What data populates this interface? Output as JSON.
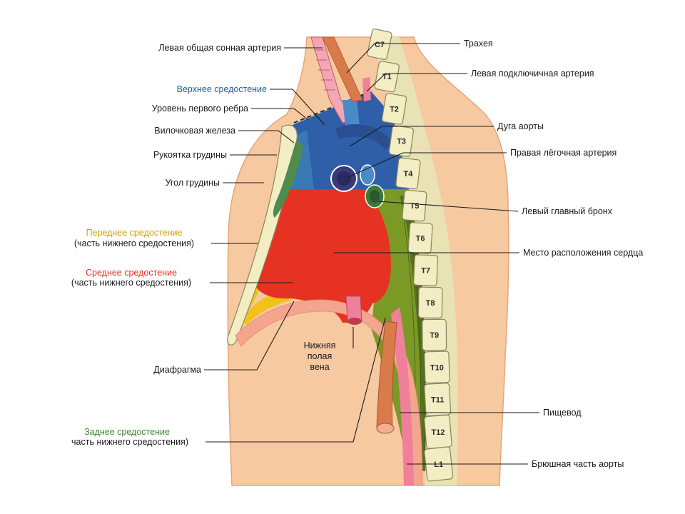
{
  "labels": {
    "left_carotid": "Левая общая сонная артерия",
    "superior_mediastinum": "Верхнее средостение",
    "first_rib_level": "Уровень первого ребра",
    "thymus": "Вилочковая железа",
    "manubrium": "Рукоятка грудины",
    "sternal_angle": "Угол грудины",
    "anterior_mediastinum": "Переднее средостение",
    "anterior_mediastinum_sub": "(часть нижнего средостения)",
    "middle_mediastinum": "Среднее средостение",
    "middle_mediastinum_sub": "(часть нижнего средостения)",
    "diaphragm": "Диафрагма",
    "posterior_mediastinum": "Заднее средостение",
    "posterior_mediastinum_sub": "часть нижнего средостения)",
    "ivc_line1": "Нижняя",
    "ivc_line2": "полая",
    "ivc_line3": "вена",
    "trachea": "Трахея",
    "left_subclavian": "Левая подключичная артерия",
    "aortic_arch": "Дуга аорты",
    "right_pulmonary": "Правая лёгочная артерия",
    "left_main_bronchus": "Левый главный бронх",
    "heart_location": "Место расположения сердца",
    "esophagus": "Пищевод",
    "abdominal_aorta": "Брюшная часть аорты"
  },
  "vertebrae": [
    "C7",
    "T1",
    "T2",
    "T3",
    "T4",
    "T5",
    "T6",
    "T7",
    "T8",
    "T9",
    "T10",
    "T11",
    "T12",
    "L1"
  ],
  "colors": {
    "skin": "#f7c9a0",
    "skin_outline": "#e6a57a",
    "superior": "#2f5fa8",
    "superior_border": "#1c4a7a",
    "anterior": "#f2c21b",
    "middle": "#e63222",
    "posterior": "#7b9a25",
    "posterior_dark": "#4f6a1c",
    "vertebra": "#f3edc4",
    "vertebra_outline": "#8a8460",
    "diaphragm": "#f4a58e",
    "aorta": "#ef7f9a",
    "esophagus": "#d97a4a"
  }
}
